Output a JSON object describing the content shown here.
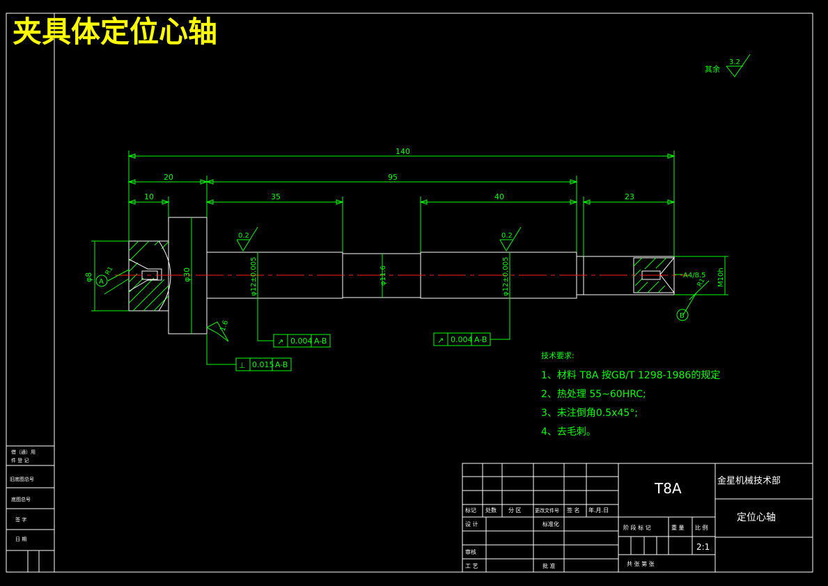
{
  "title": "夹具体定位心轴",
  "roughness": {
    "label": "其余",
    "value": "3.2"
  },
  "dims": {
    "total": "140",
    "d20": "20",
    "d95": "95",
    "d10": "10",
    "d35": "35",
    "d40": "40",
    "d23": "23",
    "dia8": "φ8",
    "dia30": "φ30",
    "dia12a": "φ12±0.005",
    "dia11_6": "φ11.6",
    "dia12b": "φ12±0.005",
    "m10": "M10h",
    "center": "A4/8.5",
    "r1": "R1",
    "r1b": "R1",
    "rough_left": "0.2",
    "rough_right": "0.2",
    "rough_face": "1.6"
  },
  "datums": {
    "a": "A",
    "b": "B"
  },
  "tolerances": [
    {
      "symbol": "↗",
      "value": "0.004",
      "ref": "A-B"
    },
    {
      "symbol": "↗",
      "value": "0.004",
      "ref": "A-B"
    },
    {
      "symbol": "⊥",
      "value": "0.015",
      "ref": "A-B"
    }
  ],
  "notes": {
    "heading": "技术要求:",
    "items": [
      "1、材料 T8A 按GB/T 1298-1986的规定",
      "2、热处理 55~60HRC;",
      "3、未注倒角0.5x45°;",
      "4、去毛刺。"
    ]
  },
  "title_block": {
    "material": "T8A",
    "company": "金星机械技术部",
    "part_name": "定位心轴",
    "scale": "2:1",
    "row_labels": [
      "标记",
      "处数",
      "分 区",
      "更改文件号",
      "签 名",
      "年.月.日"
    ],
    "design": "设 计",
    "standard": "标准化",
    "check": "审核",
    "process": "工 艺",
    "approve": "批 准",
    "stage_mark": "阶 段 标 记",
    "weight": "重 量",
    "ratio": "比 例",
    "sheet": "共   张   第   张"
  },
  "side_block": [
    "借（通）用",
    "件 登 记",
    "旧底图总号",
    "底图总号",
    "签 字",
    "日 期"
  ]
}
